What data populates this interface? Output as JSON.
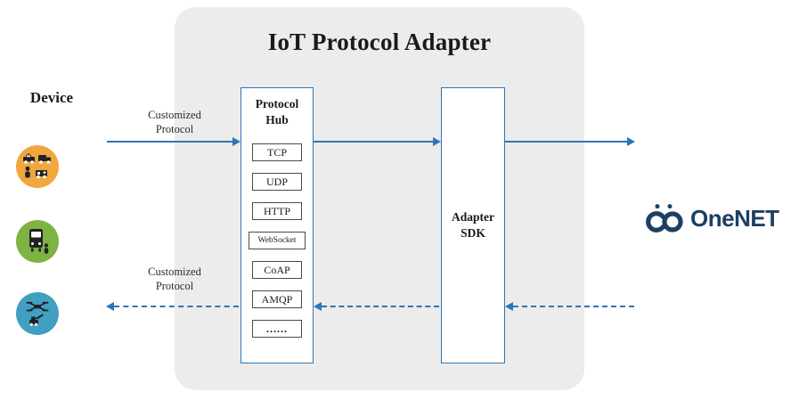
{
  "diagram": {
    "title": "IoT Protocol Adapter",
    "device": {
      "label": "Device",
      "categories": [
        {
          "name": "emergency-vehicles",
          "color": "#EFA73E"
        },
        {
          "name": "public-transit",
          "color": "#7EB243"
        },
        {
          "name": "drones-machinery",
          "color": "#41A0C1"
        }
      ]
    },
    "flows": {
      "uplink_label": "Customized\nProtocol",
      "downlink_label": "Customized\nProtocol"
    },
    "protocol_hub": {
      "title": "Protocol\nHub",
      "protocols": [
        "TCP",
        "UDP",
        "HTTP",
        "WebSocket",
        "CoAP",
        "AMQP",
        "......"
      ]
    },
    "adapter_sdk": {
      "title": "Adapter\nSDK"
    },
    "cloud": {
      "brand": "OneNET"
    },
    "colors": {
      "accent_blue": "#2E75B6",
      "panel_gray": "#ECECEC",
      "chip_border": "#4A4A4A",
      "logo_navy": "#1D3F63"
    }
  }
}
